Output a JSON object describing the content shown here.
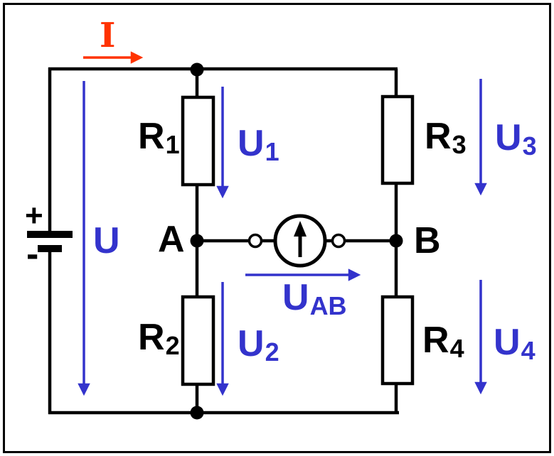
{
  "diagram_labels": {
    "current": "I",
    "source_voltage": "U",
    "battery_plus": "+",
    "battery_minus": "-",
    "node_a": "A",
    "node_b": "B",
    "r1": {
      "base": "R",
      "sub": "1"
    },
    "r2": {
      "base": "R",
      "sub": "2"
    },
    "r3": {
      "base": "R",
      "sub": "3"
    },
    "r4": {
      "base": "R",
      "sub": "4"
    },
    "u1": {
      "base": "U",
      "sub": "1"
    },
    "u2": {
      "base": "U",
      "sub": "2"
    },
    "u3": {
      "base": "U",
      "sub": "3"
    },
    "u4": {
      "base": "U",
      "sub": "4"
    },
    "u_ab": {
      "base": "U",
      "sub": "AB"
    }
  },
  "colors": {
    "wire": "#000000",
    "voltage": "#3333cc",
    "current": "#ff3300",
    "background": "#ffffff",
    "frame": "#000000"
  }
}
